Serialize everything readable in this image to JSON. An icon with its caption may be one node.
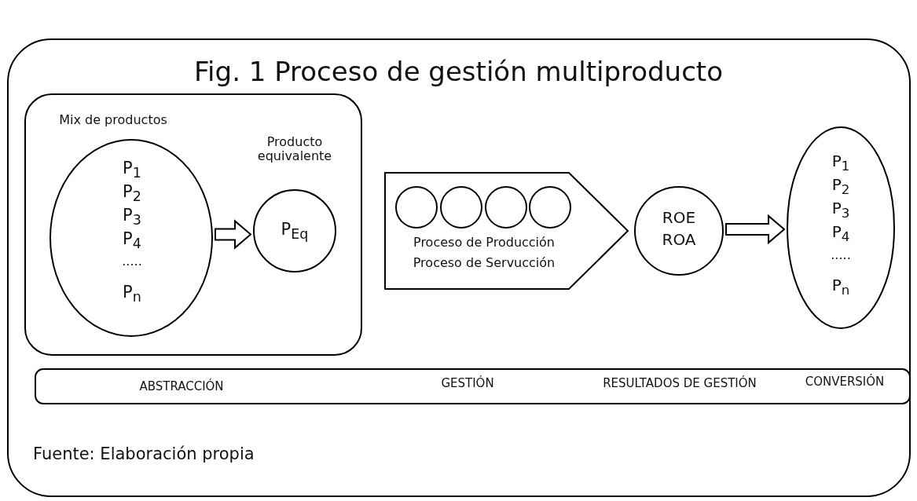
{
  "diagram": {
    "title": "Fig. 1  Proceso de gestión multiproducto",
    "caption": "Fuente: Elaboración propia",
    "nodes": [
      {
        "text": [],
        "shape": "box"
      },
      {
        "text": [
          "Mix de productos",
          "P$_{1}$",
          "P$_{2}$",
          "P$_{3}$",
          "P$_{4}$",
          ".....",
          "P$_{n}$"
        ],
        "in": 0
      },
      {
        "text": [
          "Producto equivalente",
          "P$_{Eq}$"
        ],
        "in": 0
      },
      {
        "text": [
          "Proceso de Producción",
          "Proceso de Servucción"
        ]
      },
      {
        "text": [],
        "shape": "circle",
        "in": 3
      },
      {
        "text": [],
        "shape": "circle",
        "in": 3
      },
      {
        "text": [],
        "shape": "circle",
        "in": 3
      },
      {
        "text": [],
        "shape": "circle",
        "in": 3
      },
      {
        "text": [
          "ROE",
          "ROA"
        ]
      },
      {
        "text": [
          "P$_{1}$",
          "P$_{2}$",
          "P$_{3}$",
          "P$_{4}$",
          ".....",
          "P$_{n}$"
        ]
      },
      {
        "text": [
          "ABSTRACCIÓN",
          "GESTIÓN",
          "RESULTADOS DE GESTIÓN",
          "CONVERSIÓN"
        ]
      }
    ],
    "edges": [
      {
        "from": 1,
        "to": 2,
        "arrow": "to"
      },
      {
        "from": 8,
        "to": 9,
        "arrow": "to"
      }
    ]
  }
}
